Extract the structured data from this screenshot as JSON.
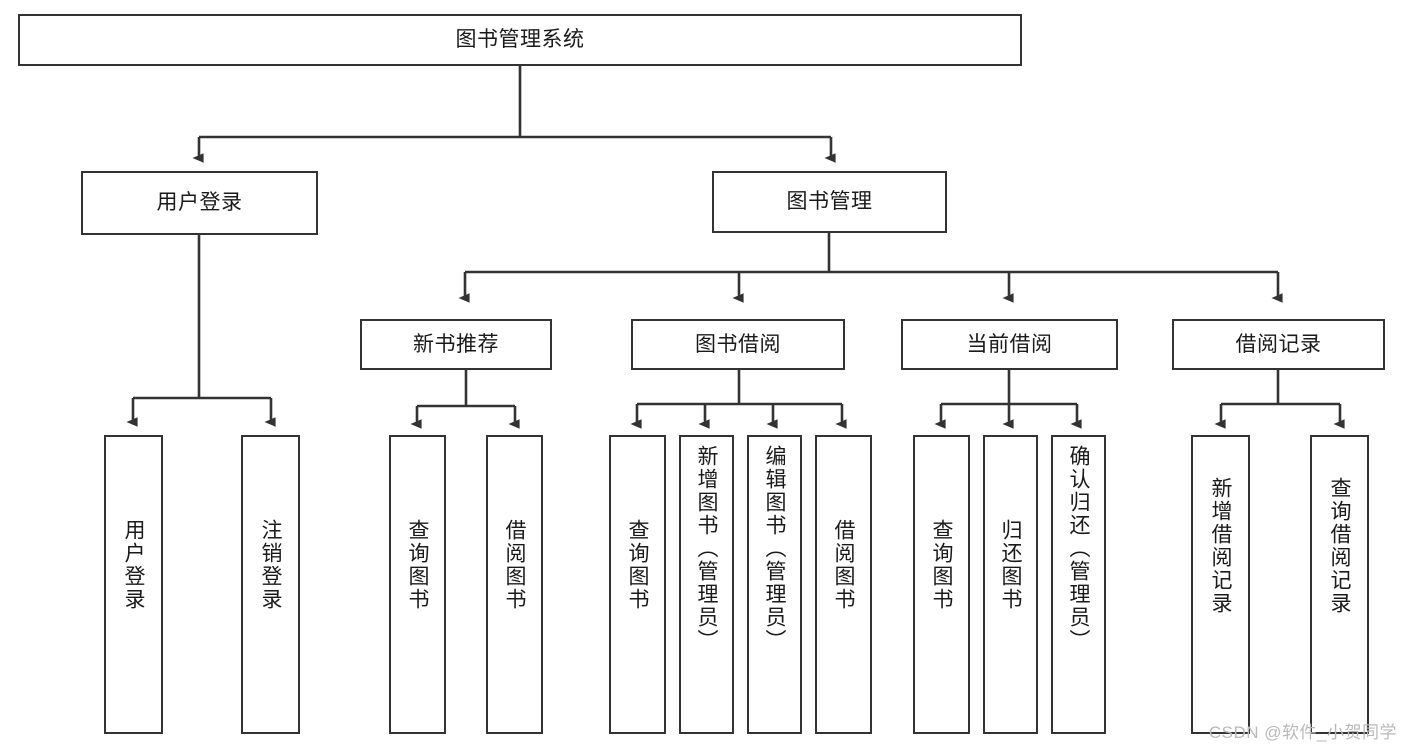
{
  "diagram": {
    "type": "tree-hierarchy",
    "title": "图书管理系统",
    "root": {
      "id": "root",
      "label": "图书管理系统"
    },
    "level2": [
      {
        "id": "user-login",
        "label": "用户登录"
      },
      {
        "id": "book-manage",
        "label": "图书管理"
      }
    ],
    "level3": [
      {
        "id": "new-book-recommend",
        "label": "新书推荐",
        "parent": "book-manage"
      },
      {
        "id": "book-borrow",
        "label": "图书借阅",
        "parent": "book-manage"
      },
      {
        "id": "current-borrow",
        "label": "当前借阅",
        "parent": "book-manage"
      },
      {
        "id": "borrow-record",
        "label": "借阅记录",
        "parent": "book-manage"
      }
    ],
    "leaves": [
      {
        "id": "leaf-user-login",
        "label": "用户登录",
        "parent": "user-login"
      },
      {
        "id": "leaf-logout-login",
        "label": "注销登录",
        "parent": "user-login"
      },
      {
        "id": "leaf-query-book-1",
        "label": "查询图书",
        "parent": "new-book-recommend"
      },
      {
        "id": "leaf-borrow-book-1",
        "label": "借阅图书",
        "parent": "new-book-recommend"
      },
      {
        "id": "leaf-query-book-2",
        "label": "查询图书",
        "parent": "book-borrow"
      },
      {
        "id": "leaf-add-book-admin",
        "label": "新增图书（管理员）",
        "parent": "book-borrow"
      },
      {
        "id": "leaf-edit-book-admin",
        "label": "编辑图书（管理员）",
        "parent": "book-borrow"
      },
      {
        "id": "leaf-borrow-book-2",
        "label": "借阅图书",
        "parent": "book-borrow"
      },
      {
        "id": "leaf-query-book-3",
        "label": "查询图书",
        "parent": "current-borrow"
      },
      {
        "id": "leaf-return-book",
        "label": "归还图书",
        "parent": "current-borrow"
      },
      {
        "id": "leaf-confirm-return-admin",
        "label": "确认归还（管理员）",
        "parent": "current-borrow"
      },
      {
        "id": "leaf-add-borrow-record",
        "label": "新增借阅记录",
        "parent": "borrow-record"
      },
      {
        "id": "leaf-query-borrow-record",
        "label": "查询借阅记录",
        "parent": "borrow-record"
      }
    ],
    "colors": {
      "stroke": "#333333",
      "fill": "#ffffff",
      "text": "#1a1a1a",
      "watermark": "#b9b9b9"
    }
  },
  "watermark": {
    "text": "CSDN @软件_小贺同学"
  }
}
